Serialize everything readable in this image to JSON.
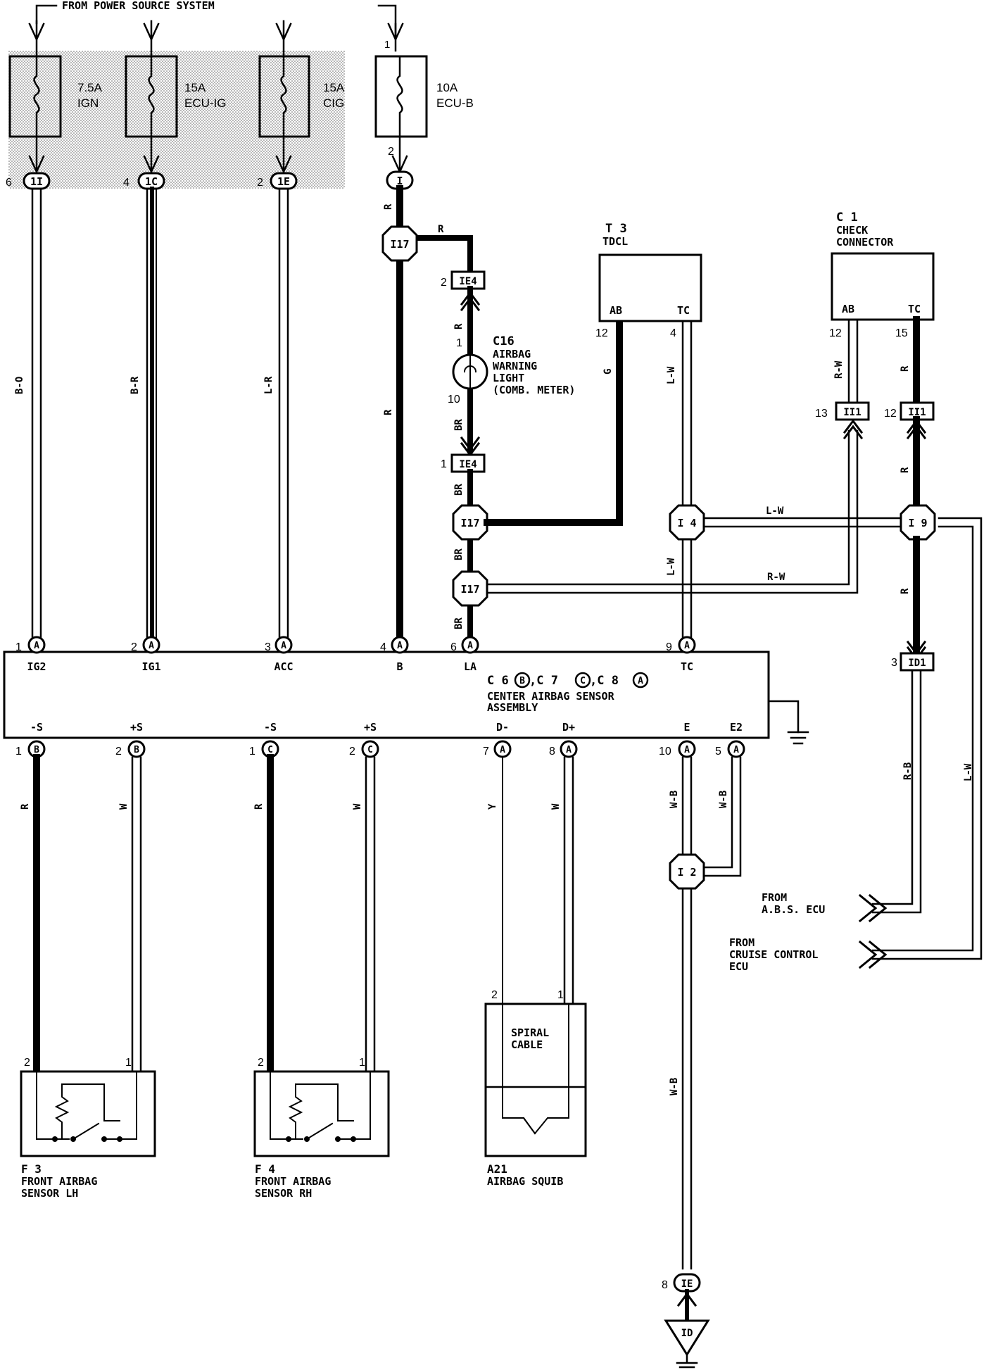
{
  "diagram_title": "FROM POWER SOURCE SYSTEM",
  "fuses": [
    {
      "amp": "7.5A",
      "name": "IGN",
      "connector": "1I",
      "pin": "6",
      "wire": "B-O",
      "ecu_pin": "1",
      "ecu_connector": "A",
      "ecu_terminal": "IG2"
    },
    {
      "amp": "15A",
      "name": "ECU-IG",
      "connector": "1C",
      "pin": "4",
      "wire": "B-R",
      "ecu_pin": "2",
      "ecu_connector": "A",
      "ecu_terminal": "IG1"
    },
    {
      "amp": "15A",
      "name": "CIG",
      "connector": "1E",
      "pin": "2",
      "wire": "L-R",
      "ecu_pin": "3",
      "ecu_connector": "A",
      "ecu_terminal": "ACC"
    },
    {
      "amp": "10A",
      "name": "ECU-B",
      "connector": "I",
      "pin_in": "1",
      "pin": "2",
      "wire": "R",
      "ecu_pin": "4",
      "ecu_connector": "A",
      "ecu_terminal": "B"
    }
  ],
  "junctions": {
    "i17": "I17",
    "i4": "I 4",
    "i9": "I 9",
    "i2": "I 2"
  },
  "connectors": {
    "ie4": "IE4",
    "ie4_pin_top": "2",
    "ie4_pin_bottom": "1",
    "ii1": "II1",
    "ii1_pin_ab": "13",
    "ii1_pin_tc": "12",
    "id1": "ID1",
    "id1_pin": "3",
    "ie": "IE",
    "ie_pin": "8",
    "ground": "ID"
  },
  "airbag_light": {
    "code": "C16",
    "line1": "AIRBAG",
    "line2": "WARNING",
    "line3": "LIGHT",
    "line4": "(COMB. METER)",
    "pin_top": "1",
    "pin_bottom": "10",
    "wire_top": "R",
    "wire_bottom": "BR"
  },
  "tdcl": {
    "code": "T 3",
    "name": "TDCL",
    "term_ab": "AB",
    "term_tc": "TC",
    "pin_ab": "12",
    "pin_tc": "4",
    "wire_ab": "G",
    "wire_tc": "L-W"
  },
  "check_connector": {
    "code": "C 1",
    "line1": "CHECK",
    "line2": "CONNECTOR",
    "term_ab": "AB",
    "term_tc": "TC",
    "pin_ab": "12",
    "pin_tc": "15",
    "wire_ab": "R-W",
    "wire_tc": "R"
  },
  "wires": {
    "r": "R",
    "br": "BR",
    "lw": "L-W",
    "rw": "R-W",
    "rb": "R-B",
    "wb": "W-B",
    "w": "W",
    "y": "Y"
  },
  "ecu": {
    "line1": "C 6",
    "conn_b": "B",
    "sep1": ",C 7",
    "conn_c": "C",
    "sep2": ",C 8",
    "conn_a": "A",
    "name1": "CENTER AIRBAG SENSOR",
    "name2": "ASSEMBLY",
    "top_terms": {
      "la": "LA",
      "tc": "TC"
    },
    "top_pins": {
      "la": "6",
      "tc": "9"
    },
    "bottom_terms": [
      "-S",
      "+S",
      "-S",
      "+S",
      "D-",
      "D+",
      "E",
      "E2"
    ],
    "bottom_pins": [
      "1",
      "2",
      "1",
      "2",
      "7",
      "8",
      "10",
      "5"
    ],
    "bottom_conns": [
      "B",
      "B",
      "C",
      "C",
      "A",
      "A",
      "A",
      "A"
    ]
  },
  "sensor_lh": {
    "code": "F 3",
    "line1": "FRONT AIRBAG",
    "line2": "SENSOR LH",
    "pin_a": "2",
    "pin_b": "1"
  },
  "sensor_rh": {
    "code": "F 4",
    "line1": "FRONT AIRBAG",
    "line2": "SENSOR RH",
    "pin_a": "2",
    "pin_b": "1"
  },
  "spiral": {
    "line1": "SPIRAL",
    "line2": "CABLE",
    "pin_a": "2",
    "pin_b": "1"
  },
  "squib": {
    "code": "A21",
    "name": "AIRBAG SQUIB"
  },
  "from_abs": {
    "line1": "FROM",
    "line2": "A.B.S. ECU"
  },
  "from_cruise": {
    "line1": "FROM",
    "line2": "CRUISE CONTROL",
    "line3": "ECU"
  }
}
